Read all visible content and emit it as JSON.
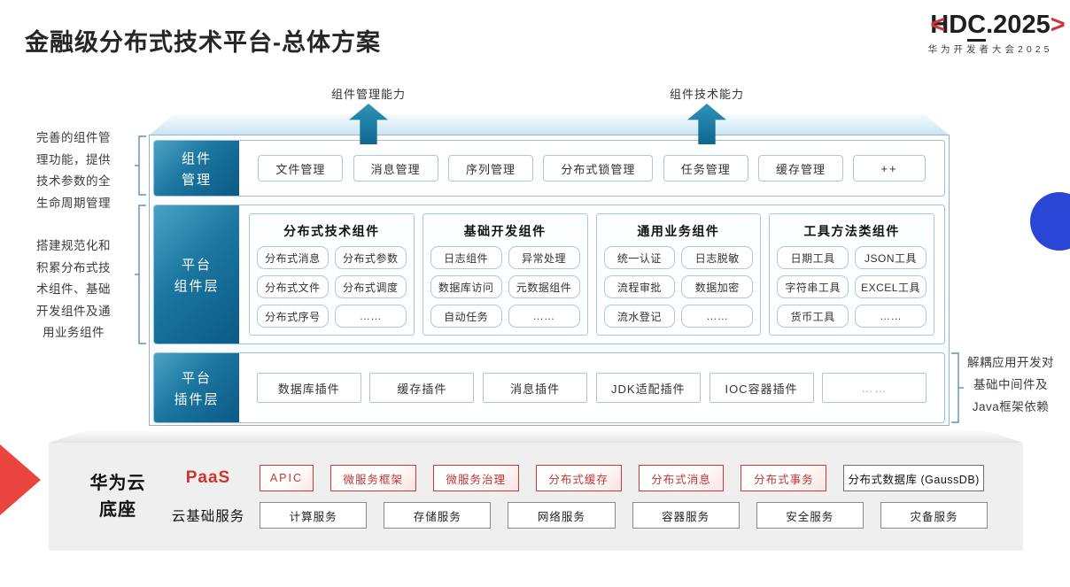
{
  "title": "金融级分布式技术平台-总体方案",
  "logo": {
    "left_bracket": "<",
    "prefix": "HD",
    "underlined": "C",
    "suffix": ".2025",
    "right_bracket": ">",
    "subtitle": "华为开发者大会2025"
  },
  "arrows": [
    {
      "label": "组件管理能力"
    },
    {
      "label": "组件技术能力"
    }
  ],
  "left_notes": {
    "note1": {
      "l0": "完善的组件管",
      "l1": "理功能，提供",
      "l2": "技术参数的全",
      "l3": "生命周期管理"
    },
    "note2": {
      "l0": "搭建规范化和",
      "l1": "积累分布式技",
      "l2": "术组件、基础",
      "l3": "开发组件及通",
      "l4": "用业务组件"
    }
  },
  "right_note": {
    "l0": "解耦应用开发对",
    "l1": "基础中间件及",
    "l2": "Java框架依赖"
  },
  "rows": {
    "management": {
      "label_lines": [
        "组件",
        "管理"
      ],
      "items": [
        "文件管理",
        "消息管理",
        "序列管理",
        "分布式锁管理",
        "任务管理",
        "缓存管理",
        "++"
      ]
    },
    "components": {
      "label_lines": [
        "平台",
        "组件层"
      ],
      "groups": [
        {
          "title": "分布式技术组件",
          "items": [
            "分布式消息",
            "分布式参数",
            "分布式文件",
            "分布式调度",
            "分布式序号",
            "……"
          ]
        },
        {
          "title": "基础开发组件",
          "items": [
            "日志组件",
            "异常处理",
            "数据库访问",
            "元数据组件",
            "自动任务",
            "……"
          ]
        },
        {
          "title": "通用业务组件",
          "items": [
            "统一认证",
            "日志脱敏",
            "流程审批",
            "数据加密",
            "流水登记",
            "……"
          ]
        },
        {
          "title": "工具方法类组件",
          "items": [
            "日期工具",
            "JSON工具",
            "字符串工具",
            "EXCEL工具",
            "货币工具",
            "……"
          ]
        }
      ]
    },
    "plugins": {
      "label_lines": [
        "平台",
        "插件层"
      ],
      "items": [
        "数据库插件",
        "缓存插件",
        "消息插件",
        "JDK适配插件",
        "IOC容器插件",
        "……"
      ]
    }
  },
  "platform": {
    "label_lines": [
      "华为云",
      "底座"
    ],
    "paas": {
      "label": "PaaS",
      "items": [
        "APIC",
        "微服务框架",
        "微服务治理",
        "分布式缓存",
        "分布式消息",
        "分布式事务"
      ],
      "neutral_item": "分布式数据库 (GaussDB)"
    },
    "cloud": {
      "label": "云基础服务",
      "items": [
        "计算服务",
        "存储服务",
        "网络服务",
        "容器服务",
        "安全服务",
        "灾备服务"
      ]
    }
  },
  "colors": {
    "label_teal_dark": "#0b5a85",
    "label_teal_light": "#4aa3c4",
    "arrow_teal": "#0f6691",
    "border_blue": "#8fb5d1",
    "chip_border_blue": "#a9c9e0",
    "accent_red": "#cc3a33",
    "platform_gray": "#efefef",
    "decor_red_fan": "#ea453c",
    "decor_blue_circle": "#2a46d5"
  }
}
